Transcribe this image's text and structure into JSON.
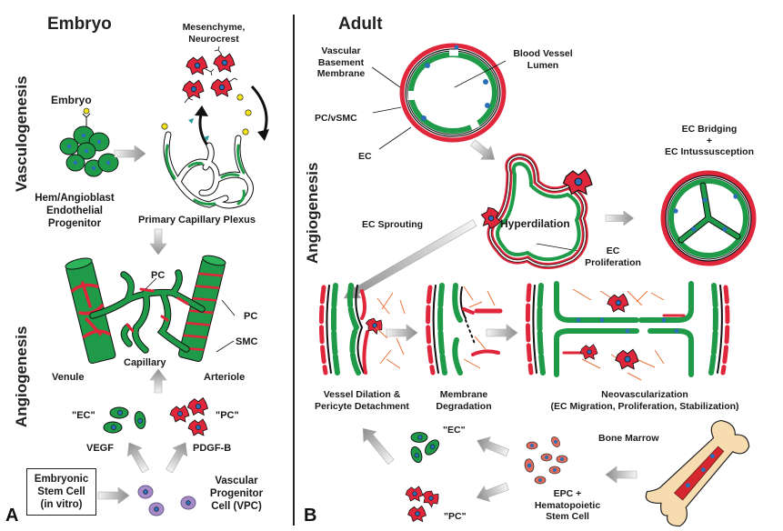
{
  "colors": {
    "endothelial_green": "#1f9a48",
    "pericyte_red": "#e0263a",
    "nucleus_blue": "#2a6fb8",
    "progenitor_purple": "#a58bc8",
    "marrow_bone": "#f7dcb0",
    "ecm_orange": "#e8733a",
    "arrow_gray": "#9a9a9a",
    "ligand_yellow": "#f2e21a"
  },
  "panel_a": {
    "letter": "A",
    "header": "Embryo",
    "side_labels": {
      "top": "Vasculogenesis",
      "bottom": "Angiogenesis"
    },
    "vasculogenesis": {
      "cluster_title": "Embryo",
      "cluster_caption": [
        "Hem/Angioblast",
        "Endothelial",
        "Progenitor"
      ],
      "mesenchyme_label": [
        "Mesenchyme,",
        "Neurocrest"
      ],
      "plexus_caption": "Primary Capillary Plexus"
    },
    "angiogenesis": {
      "pc_top": "PC",
      "pc_right": "PC",
      "smc": "SMC",
      "venule": "Venule",
      "capillary": "Capillary",
      "arteriole": "Arteriole"
    },
    "differentiation": {
      "ec_label": "\"EC\"",
      "pc_label": "\"PC\"",
      "vegf": "VEGF",
      "pdgf": "PDGF-B",
      "esc_box": [
        "Embryonic",
        "Stem Cell",
        "(in vitro)"
      ],
      "vpc_label": [
        "Vascular",
        "Progenitor",
        "Cell (VPC)"
      ]
    }
  },
  "panel_b": {
    "letter": "B",
    "header": "Adult",
    "side_label": "Angiogenesis",
    "vessel": {
      "basement_membrane": [
        "Vascular",
        "Basement",
        "Membrane"
      ],
      "lumen": [
        "Blood Vessel",
        "Lumen"
      ],
      "pc_vsmc": "PC/vSMC",
      "ec": "EC"
    },
    "intussusception_label": [
      "EC Bridging",
      "+",
      "EC Intussusception"
    ],
    "hyperdilation": "Hyperdilation",
    "ec_proliferation": [
      "EC",
      "Proliferation"
    ],
    "ec_sprouting": "EC Sprouting",
    "stages": [
      {
        "caption": [
          "Vessel Dilation &",
          "Pericyte Detachment"
        ]
      },
      {
        "caption": [
          "Membrane",
          "Degradation"
        ]
      },
      {
        "caption": [
          "Neovascularization",
          "(EC Migration, Proliferation, Stabilization)"
        ]
      }
    ],
    "recruitment": {
      "ec_label": "\"EC\"",
      "pc_label": "\"PC\"",
      "bone_marrow": "Bone Marrow",
      "epc_label": [
        "EPC +",
        "Hematopoietic",
        "Stem Cell"
      ]
    }
  }
}
